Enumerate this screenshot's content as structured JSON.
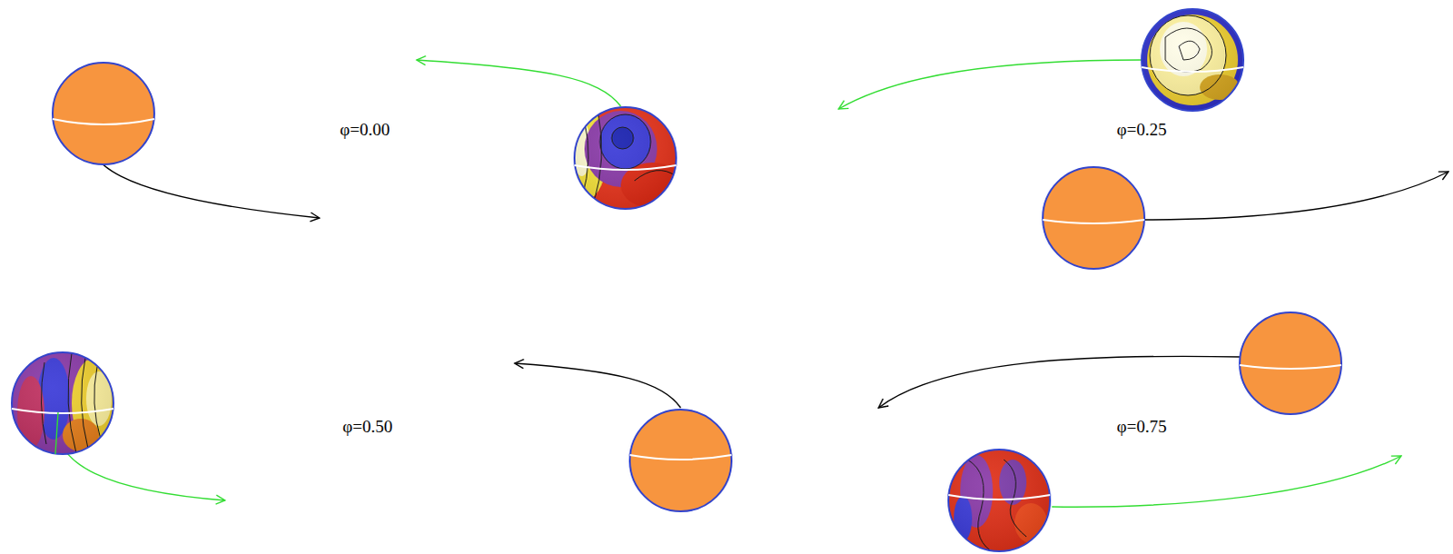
{
  "diagram": {
    "labels": [
      "φ=0.00",
      "φ=0.25",
      "φ=0.50",
      "φ=0.75"
    ]
  }
}
